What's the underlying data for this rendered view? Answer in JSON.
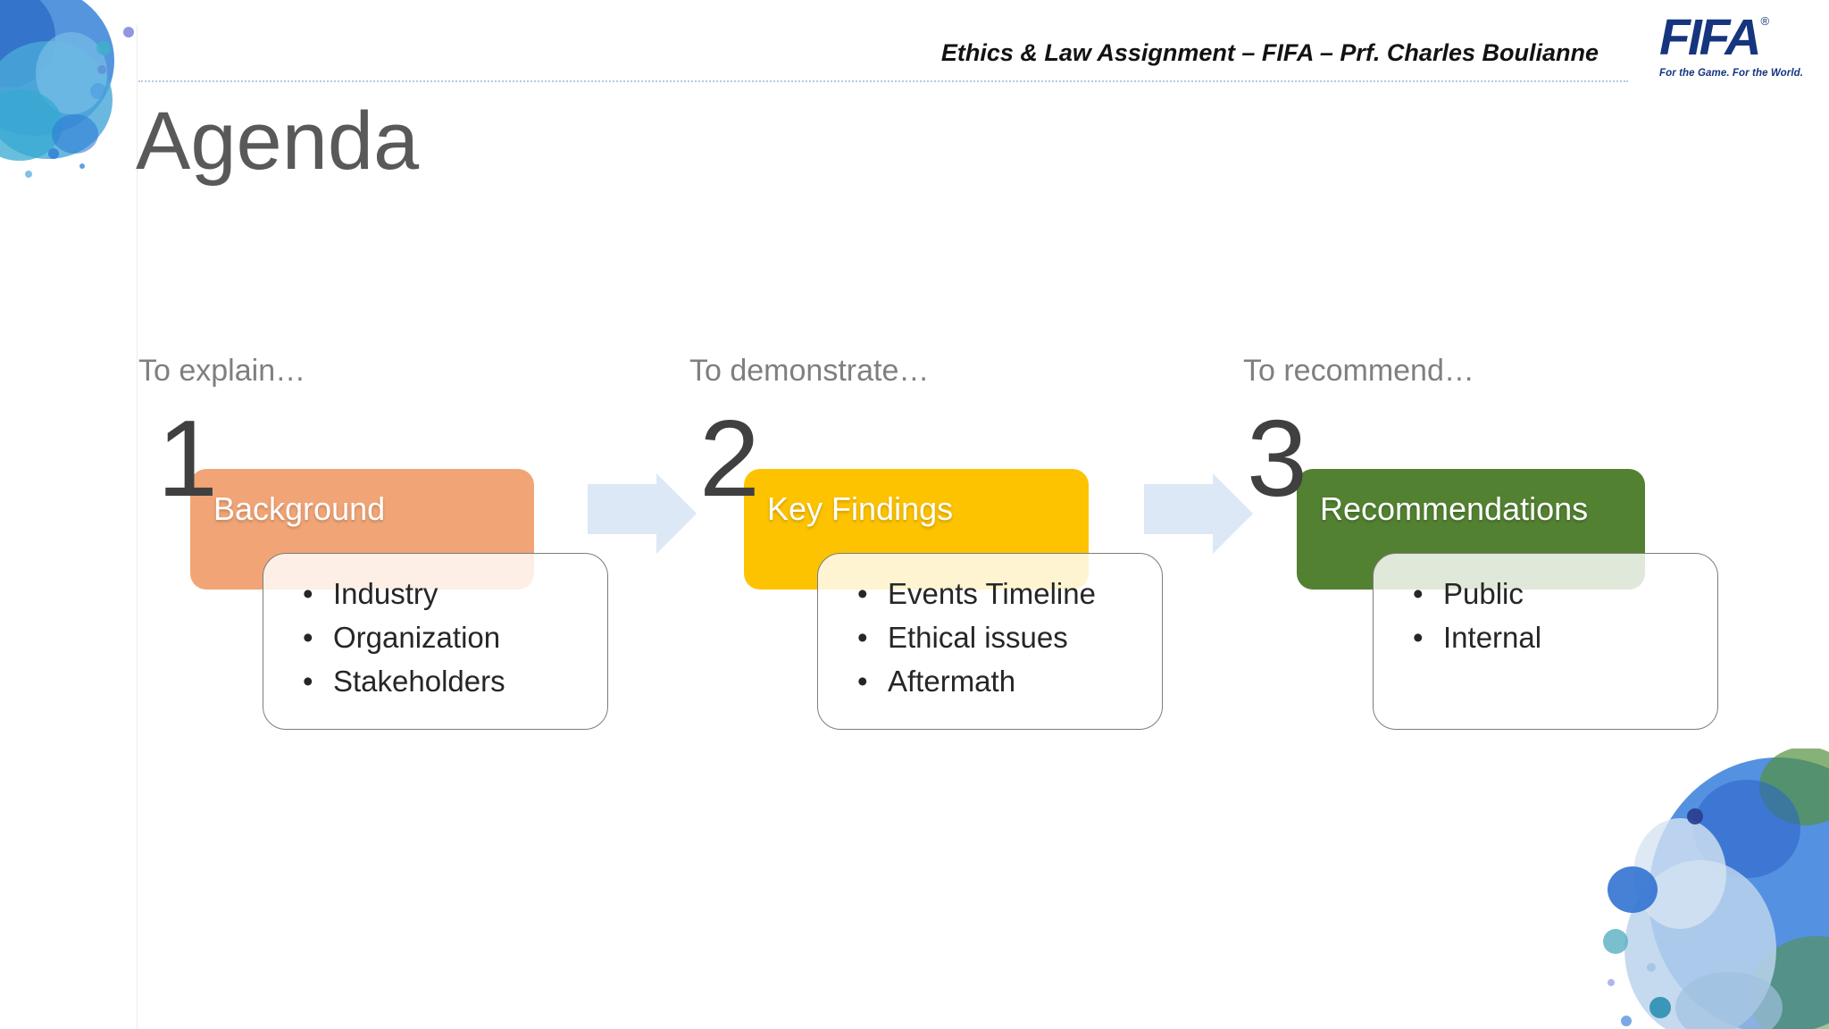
{
  "header": {
    "course_title": "Ethics & Law Assignment – FIFA – Prf. Charles Boulianne",
    "fifa_logo": {
      "wordmark": "FIFA",
      "registered_mark": "®",
      "tagline": "For the Game. For the World.",
      "brand_color": "#16357F"
    }
  },
  "slide": {
    "title": "Agenda",
    "bullet_char": "•"
  },
  "sections": [
    {
      "lead_in": "To explain…",
      "step_number": "1",
      "label": "Background",
      "accent_color": "#F1A576",
      "items": [
        "Industry",
        "Organization",
        "Stakeholders"
      ]
    },
    {
      "lead_in": "To demonstrate…",
      "step_number": "2",
      "label": "Key Findings",
      "accent_color": "#FDC300",
      "items": [
        "Events Timeline",
        "Ethical issues",
        "Aftermath"
      ]
    },
    {
      "lead_in": "To recommend…",
      "step_number": "3",
      "label": "Recommendations",
      "accent_color": "#538132",
      "items": [
        "Public",
        "Internal"
      ]
    }
  ],
  "colors": {
    "arrow": "#DCE8F5",
    "title_text": "#595959",
    "lead_text": "#7F7F7F",
    "number_text": "#404040"
  }
}
